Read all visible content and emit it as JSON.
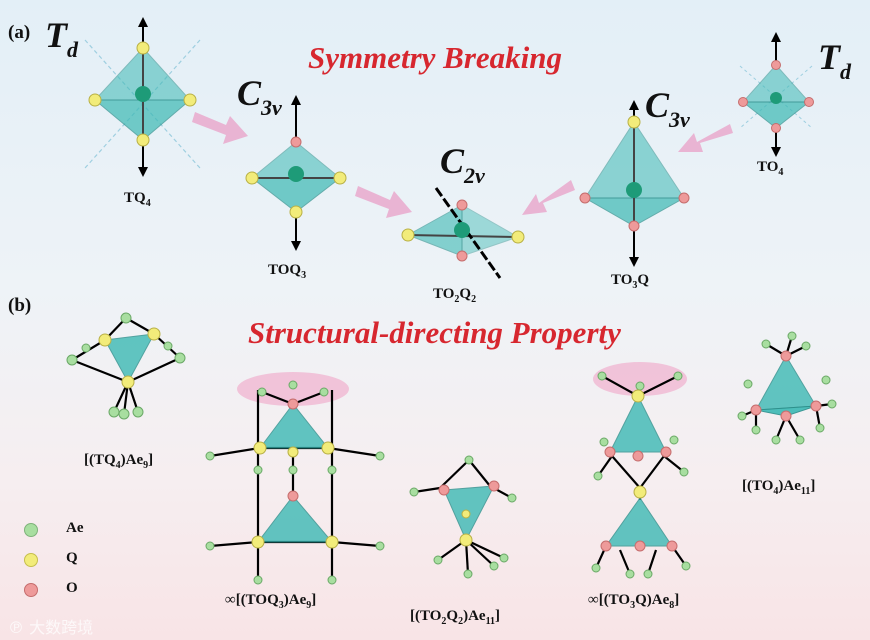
{
  "labels": {
    "panel_a": "(a)",
    "panel_b": "(b)",
    "title_a": "Symmetry Breaking",
    "title_b": "Structural-directing Property"
  },
  "symmetry": {
    "td": {
      "main": "T",
      "sub": "d"
    },
    "c3v": {
      "main": "C",
      "sub": "3v"
    },
    "c2v": {
      "main": "C",
      "sub": "2v"
    }
  },
  "formulas_a": {
    "tq4": [
      {
        "t": "TQ"
      },
      {
        "s": "4"
      }
    ],
    "toq3": [
      {
        "t": "TOQ"
      },
      {
        "s": "3"
      }
    ],
    "to2q2": [
      {
        "t": "TO"
      },
      {
        "s": "2"
      },
      {
        "t": "Q"
      },
      {
        "s": "2"
      }
    ],
    "to3q": [
      {
        "t": "TO"
      },
      {
        "s": "3"
      },
      {
        "t": "Q"
      }
    ],
    "to4": [
      {
        "t": "TO"
      },
      {
        "s": "4"
      }
    ]
  },
  "formulas_b": {
    "tq4ae9": [
      {
        "t": "[(TQ"
      },
      {
        "s": "4"
      },
      {
        "t": ")Ae"
      },
      {
        "s": "9"
      },
      {
        "t": "]"
      }
    ],
    "toq3ae9": [
      {
        "t": "∞[(TOQ"
      },
      {
        "s": "3"
      },
      {
        "t": ")Ae"
      },
      {
        "s": "9"
      },
      {
        "t": "]"
      }
    ],
    "to2q2ae11": [
      {
        "t": "[(TO"
      },
      {
        "s": "2"
      },
      {
        "t": "Q"
      },
      {
        "s": "2"
      },
      {
        "t": ")Ae"
      },
      {
        "s": "11"
      },
      {
        "t": "]"
      }
    ],
    "to3qae8": [
      {
        "t": "∞[(TO"
      },
      {
        "s": "3"
      },
      {
        "t": "Q)Ae"
      },
      {
        "s": "8"
      },
      {
        "t": "]"
      }
    ],
    "to4ae11": [
      {
        "t": "[(TO"
      },
      {
        "s": "4"
      },
      {
        "t": ")Ae"
      },
      {
        "s": "11"
      },
      {
        "t": "]"
      }
    ]
  },
  "legend": [
    {
      "label": "Ae",
      "color": "#a8dea0"
    },
    {
      "label": "Q",
      "color": "#f2ec7a"
    },
    {
      "label": "O",
      "color": "#ee9a9a"
    }
  ],
  "colors": {
    "title_red": "#d7272f",
    "tetrahedron_teal": "#3cb9b4",
    "arrow_pink": "#e9b4d3",
    "highlight_pink": "#f0b8d2",
    "center_atom": "#1e9b78"
  },
  "watermark": "℗ 大数跨境"
}
